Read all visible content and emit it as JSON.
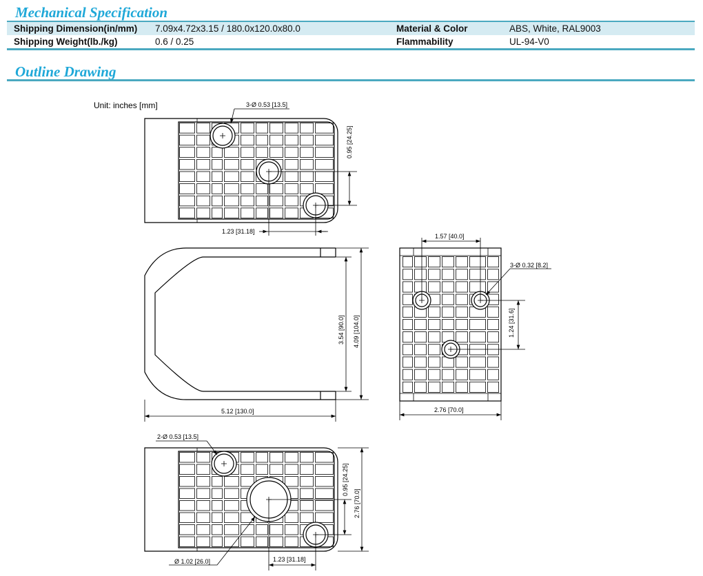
{
  "sections": {
    "spec_title": "Mechanical Specification",
    "outline_title": "Outline Drawing"
  },
  "spec": [
    {
      "label1": "Shipping Dimension(in/mm)",
      "value1": "7.09x4.72x3.15 / 180.0x120.0x80.0",
      "label2": "Material & Color",
      "value2": "ABS, White, RAL9003"
    },
    {
      "label1": "Shipping Weight(lb./kg)",
      "value1": "0.6 / 0.25",
      "label2": "Flammability",
      "value2": "UL-94-V0"
    }
  ],
  "drawing": {
    "unit": "Unit: inches [mm]",
    "top_holes": "3-Ø 0.53 [13.5]",
    "top_v": "0.95 [24.25]",
    "top_h": "1.23 [31.18]",
    "side_inner": "3.54 [90.0]",
    "side_outer": "4.09 [104.0]",
    "side_width": "5.12 [130.0]",
    "front_spacing": "1.57 [40.0]",
    "front_holes": "3-Ø 0.32 [8.2]",
    "front_v": "1.24 [31.6]",
    "front_width": "2.76 [70.0]",
    "bot_holes": "2-Ø 0.53 [13.5]",
    "bot_v": "0.95 [24.25]",
    "bot_height": "2.76 [70.0]",
    "bot_big": "Ø 1.02 [26.0]",
    "bot_h": "1.23 [31.18]"
  }
}
